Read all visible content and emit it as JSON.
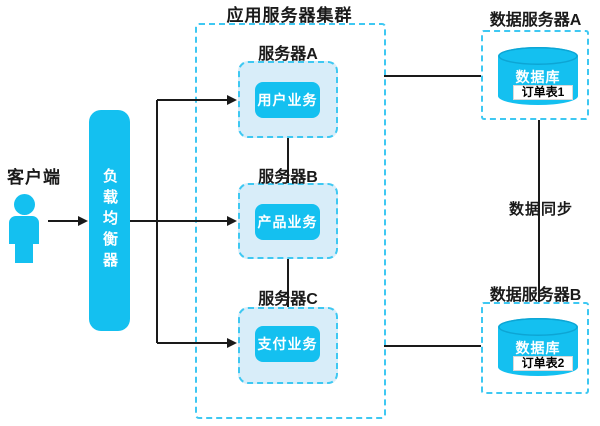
{
  "client": {
    "label": "客户端"
  },
  "load_balancer": {
    "label": "负载均衡器"
  },
  "app_cluster": {
    "title": "应用服务器集群",
    "servers": [
      {
        "name": "服务器A",
        "service": "用户业务"
      },
      {
        "name": "服务器B",
        "service": "产品业务"
      },
      {
        "name": "服务器C",
        "service": "支付业务"
      }
    ]
  },
  "data_servers": [
    {
      "name": "数据服务器A",
      "db_label": "数据库",
      "table": "订单表1"
    },
    {
      "name": "数据服务器B",
      "db_label": "数据库",
      "table": "订单表2"
    }
  ],
  "sync_label": "数据同步",
  "colors": {
    "cyan": "#14C0F0",
    "light_blue_fill": "#D8EDF9",
    "dashed_border": "#3EC8F2",
    "line": "#1a1a1a"
  }
}
